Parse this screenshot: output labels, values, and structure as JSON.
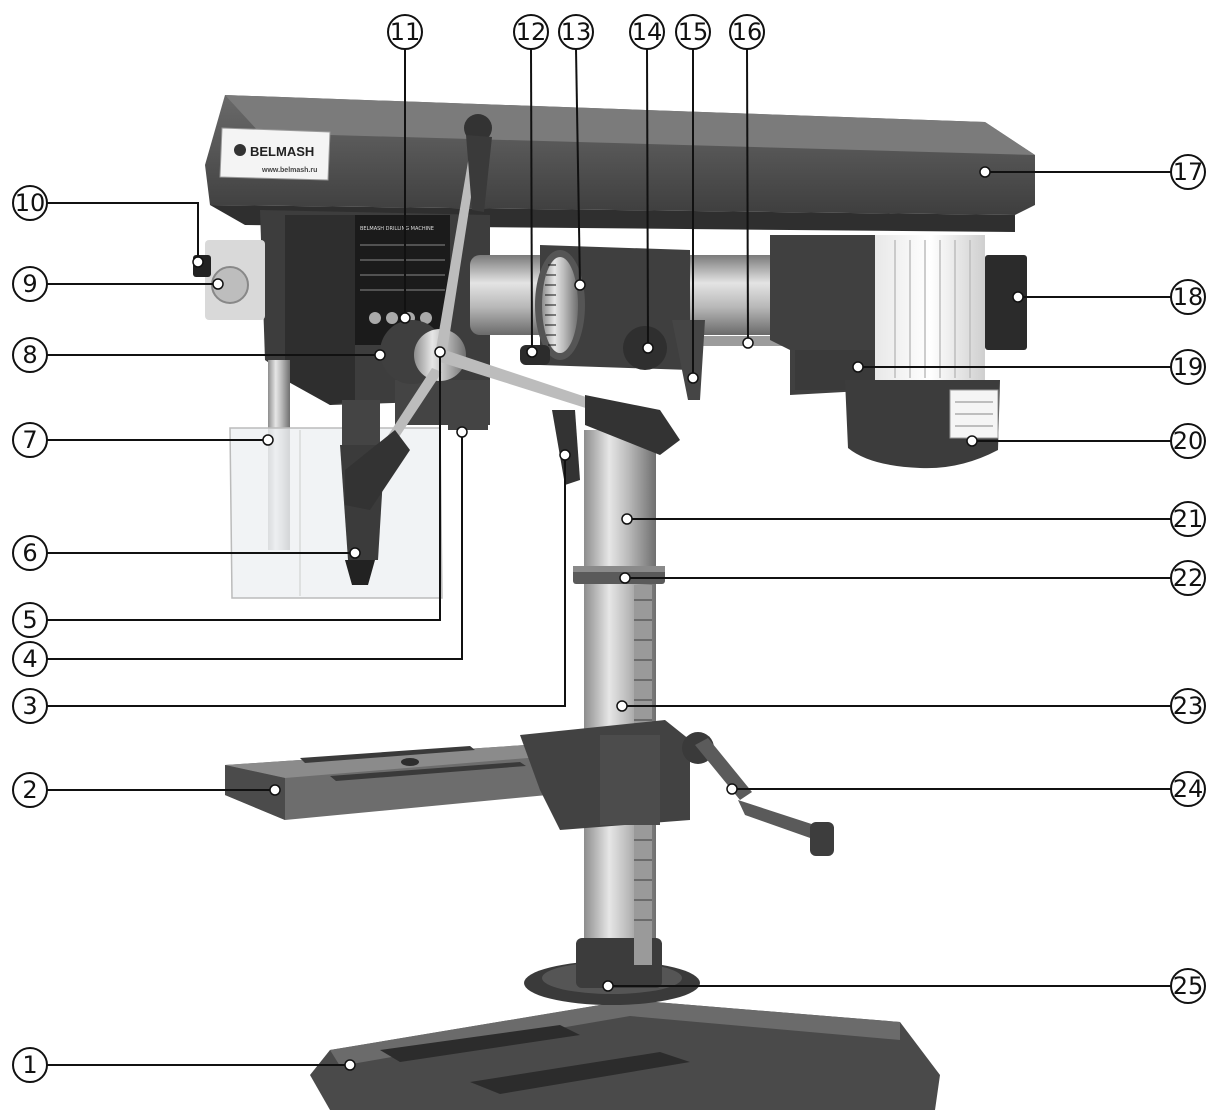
{
  "logo": {
    "brand": "BELMASH",
    "site": "www.belmash.ru"
  },
  "nameplate": {
    "title": "BELMASH DRILLING MACHINE"
  },
  "callouts": [
    {
      "label": "1"
    },
    {
      "label": "2"
    },
    {
      "label": "3"
    },
    {
      "label": "4"
    },
    {
      "label": "5"
    },
    {
      "label": "6"
    },
    {
      "label": "7"
    },
    {
      "label": "8"
    },
    {
      "label": "9"
    },
    {
      "label": "10"
    },
    {
      "label": "11"
    },
    {
      "label": "12"
    },
    {
      "label": "13"
    },
    {
      "label": "14"
    },
    {
      "label": "15"
    },
    {
      "label": "16"
    },
    {
      "label": "17"
    },
    {
      "label": "18"
    },
    {
      "label": "19"
    },
    {
      "label": "20"
    },
    {
      "label": "21"
    },
    {
      "label": "22"
    },
    {
      "label": "23"
    },
    {
      "label": "24"
    },
    {
      "label": "25"
    }
  ],
  "colors": {
    "metal_dark": "#3b3b3b",
    "metal_mid": "#5a5a5a",
    "chrome": "#c9c9c9",
    "line": "#111111"
  }
}
